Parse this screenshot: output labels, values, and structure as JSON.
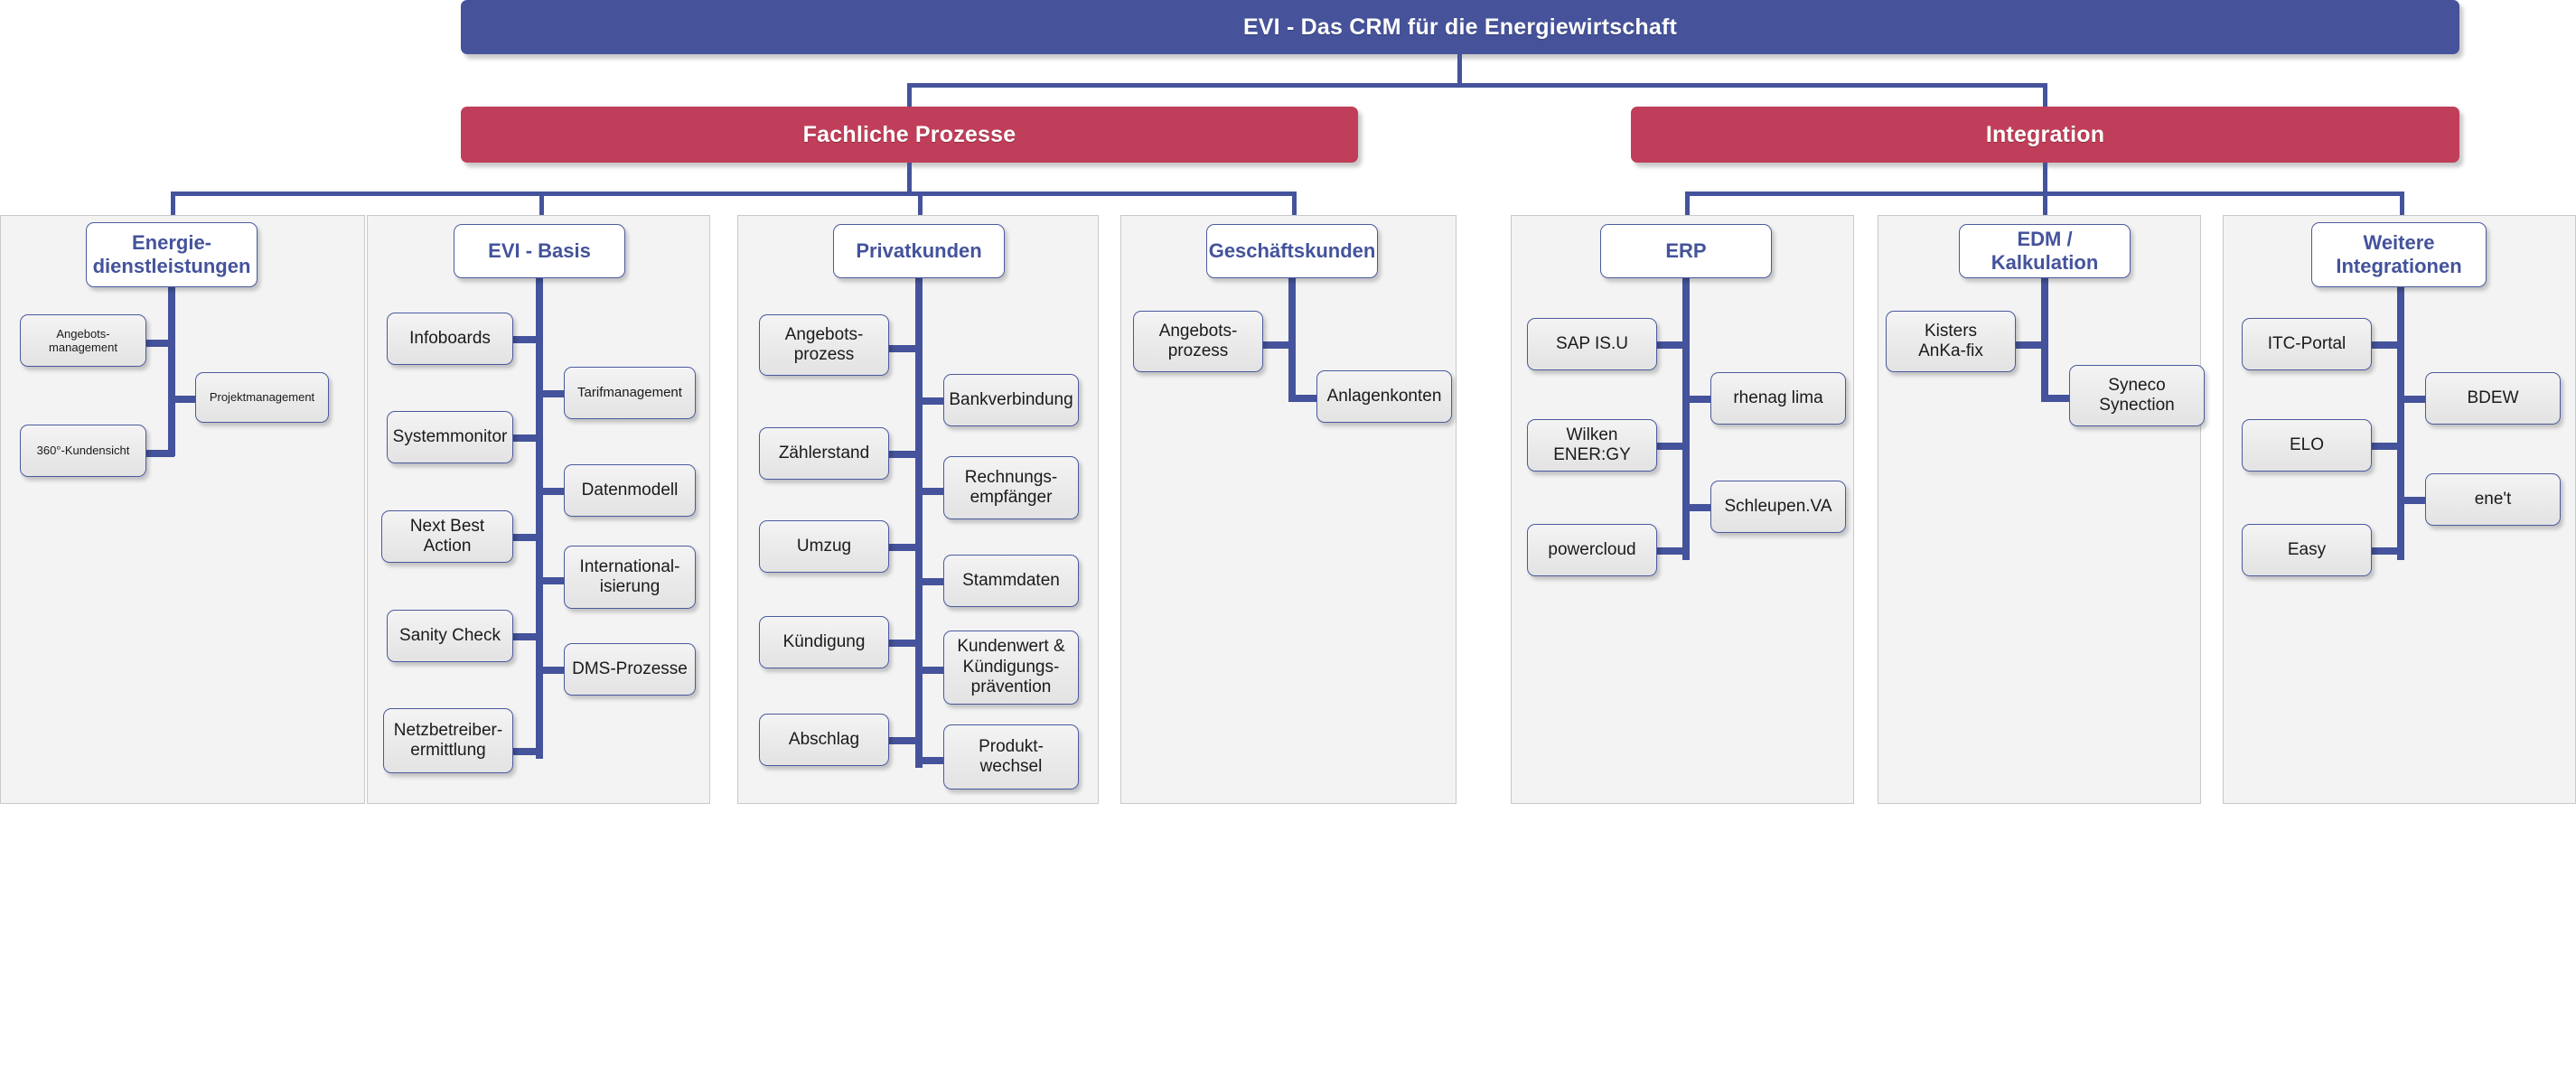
{
  "colors": {
    "root_bg": "#46539B",
    "category_bg": "#C03E59",
    "connector": "#44539B",
    "panel_bg": "#F3F3F3",
    "panel_border": "#C9C9C9",
    "node_border": "#4A5A9E",
    "head_text": "#44539B",
    "leaf_text": "#1A1A1A",
    "banner_text": "#FFFFFF"
  },
  "root": {
    "label": "EVI - Das CRM für die Energiewirtschaft"
  },
  "categories": [
    {
      "id": "fachliche-prozesse",
      "label": "Fachliche Prozesse"
    },
    {
      "id": "integration",
      "label": "Integration"
    }
  ],
  "groups": [
    {
      "id": "energiedienstleistungen",
      "category": "fachliche-prozesse",
      "head": "Energie-\ndienstleistungen",
      "left_children": [
        "Angebots-\nmanagement",
        "360°-Kundensicht"
      ],
      "right_children": [
        "Projektmanagement"
      ]
    },
    {
      "id": "evi-basis",
      "category": "fachliche-prozesse",
      "head": "EVI - Basis",
      "left_children": [
        "Infoboards",
        "Systemmonitor",
        "Next Best Action",
        "Sanity Check",
        "Netzbetreiber-\nermittlung"
      ],
      "right_children": [
        "Tarifmanagement",
        "Datenmodell",
        "International-\nisierung",
        "DMS-Prozesse"
      ]
    },
    {
      "id": "privatkunden",
      "category": "fachliche-prozesse",
      "head": "Privatkunden",
      "left_children": [
        "Angebots-\nprozess",
        "Zählerstand",
        "Umzug",
        "Kündigung",
        "Abschlag"
      ],
      "right_children": [
        "Bankverbindung",
        "Rechnungs-\nempfänger",
        "Stammdaten",
        "Kundenwert &\nKündigungs-\nprävention",
        "Produkt-\nwechsel"
      ]
    },
    {
      "id": "geschaeftskunden",
      "category": "fachliche-prozesse",
      "head": "Geschäftskunden",
      "left_children": [
        "Angebots-\nprozess"
      ],
      "right_children": [
        "Anlagenkonten"
      ]
    },
    {
      "id": "erp",
      "category": "integration",
      "head": "ERP",
      "left_children": [
        "SAP IS.U",
        "Wilken ENER:GY",
        "powercloud"
      ],
      "right_children": [
        "rhenag lima",
        "Schleupen.VA"
      ]
    },
    {
      "id": "edm-kalkulation",
      "category": "integration",
      "head": "EDM / Kalkulation",
      "left_children": [
        "Kisters\nAnKa-fix"
      ],
      "right_children": [
        "Syneco\nSynection"
      ]
    },
    {
      "id": "weitere-integrationen",
      "category": "integration",
      "head": "Weitere\nIntegrationen",
      "left_children": [
        "ITC-Portal",
        "ELO",
        "Easy"
      ],
      "right_children": [
        "BDEW",
        "ene't"
      ]
    }
  ]
}
